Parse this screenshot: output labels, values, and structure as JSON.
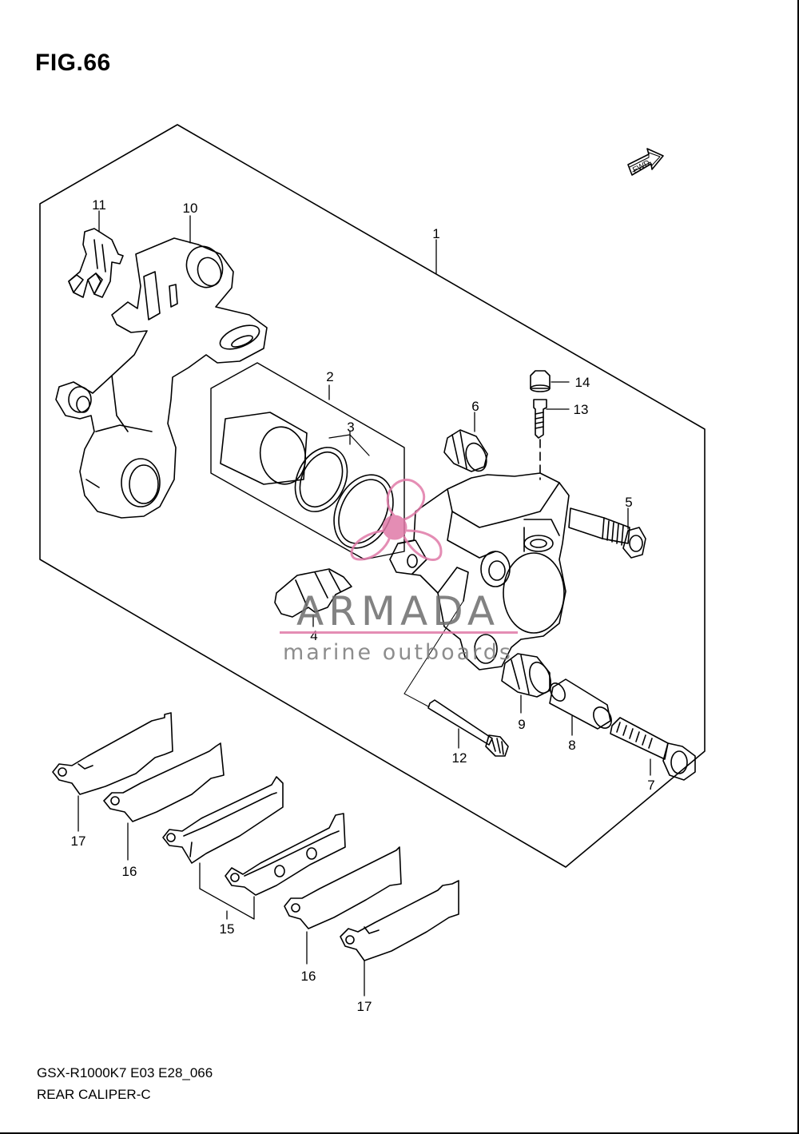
{
  "figure": {
    "title": "FIG.66"
  },
  "fwd_label": "FWD",
  "parts": {
    "p1": "1",
    "p2": "2",
    "p3": "3",
    "p4": "4",
    "p5": "5",
    "p6": "6",
    "p7": "7",
    "p8": "8",
    "p9": "9",
    "p10": "10",
    "p11": "11",
    "p12": "12",
    "p13": "13",
    "p14": "14",
    "p15": "15",
    "p16a": "16",
    "p16b": "16",
    "p17a": "17",
    "p17b": "17"
  },
  "watermark": {
    "brand": "ARMADA",
    "tagline": "marine outboards",
    "color": "#e07aa8"
  },
  "footer": {
    "model_code": "GSX-R1000K7 E03 E28_066",
    "section_name": "REAR CALIPER-C"
  }
}
